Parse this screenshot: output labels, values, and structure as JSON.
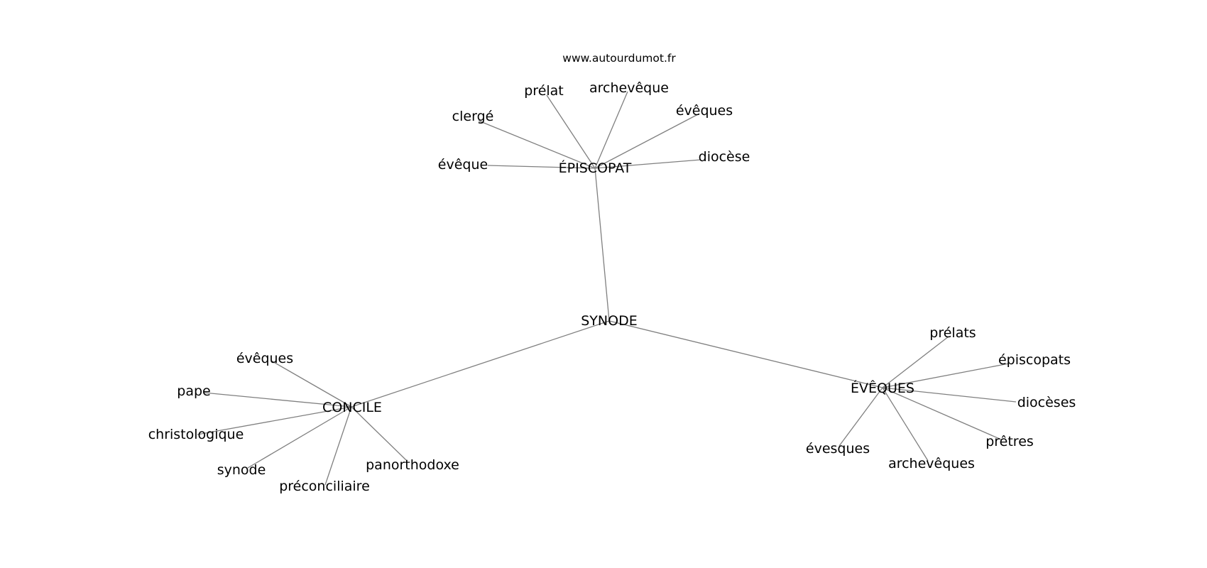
{
  "source_label": "www.autourdumot.fr",
  "graph": {
    "center": "SYNODE",
    "hubs": [
      {
        "id": "episcopat",
        "label": "ÉPISCOPAT",
        "leaves": [
          "prélat",
          "archevêque",
          "évêques",
          "clergé",
          "évêque",
          "diocèse"
        ]
      },
      {
        "id": "concile",
        "label": "CONCILE",
        "leaves": [
          "évêques",
          "pape",
          "christologique",
          "synode",
          "préconciliaire",
          "panorthodoxe"
        ]
      },
      {
        "id": "eveques",
        "label": "ÉVÊQUES",
        "leaves": [
          "prélats",
          "épiscopats",
          "diocèses",
          "prêtres",
          "archevêques",
          "évesques"
        ]
      }
    ]
  }
}
